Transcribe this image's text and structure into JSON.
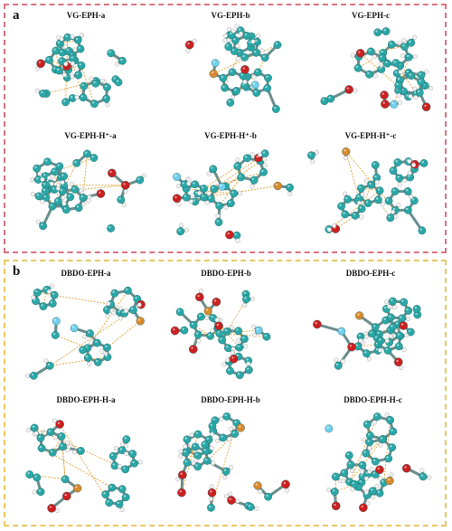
{
  "panels": [
    {
      "letter": "a",
      "border_color": "#d9727f",
      "cells": [
        {
          "title": "VG-EPH-a"
        },
        {
          "title": "VG-EPH-b"
        },
        {
          "title": "VG-EPH-c"
        },
        {
          "title": "VG-EPH-H⁺-a"
        },
        {
          "title": "VG-EPH-H⁺-b"
        },
        {
          "title": "VG-EPH-H⁺-c"
        }
      ]
    },
    {
      "letter": "b",
      "border_color": "#e8c860",
      "cells": [
        {
          "title": "DBDO-EPH-a"
        },
        {
          "title": "DBDO-EPH-b"
        },
        {
          "title": "DBDO-EPH-c"
        },
        {
          "title": "DBDO-EPH-H-a"
        },
        {
          "title": "DBDO-EPH-H-b"
        },
        {
          "title": "DBDO-EPH-H-c"
        }
      ]
    }
  ],
  "atom_colors": {
    "carbon": "#2aa7a7",
    "oxygen": "#cc2020",
    "hydrogen": "#f2f2f2",
    "nitrogen": "#6fd0ee",
    "phosphorus": "#d98a2c",
    "boron": "#e0b8a8",
    "hbond": "#e0a23a"
  }
}
